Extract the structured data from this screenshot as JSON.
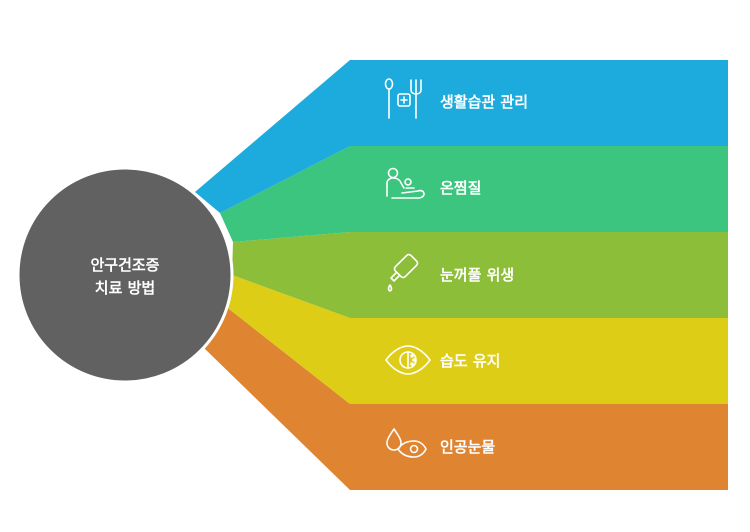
{
  "center": {
    "line1": "안구건조증",
    "line2": "치료 방법",
    "color": "#616161"
  },
  "items": [
    {
      "label": "생활습관 관리",
      "icon": "lifestyle-icon",
      "color": "#1DAADC"
    },
    {
      "label": "온찜질",
      "icon": "warm-compress-icon",
      "color": "#3CC57F"
    },
    {
      "label": "눈꺼풀 위생",
      "icon": "eyedrop-bottle-icon",
      "color": "#8DBE3A"
    },
    {
      "label": "습도 유지",
      "icon": "eye-humidity-icon",
      "color": "#DECD17"
    },
    {
      "label": "인공눈물",
      "icon": "artificial-tears-icon",
      "color": "#DF8430"
    }
  ]
}
